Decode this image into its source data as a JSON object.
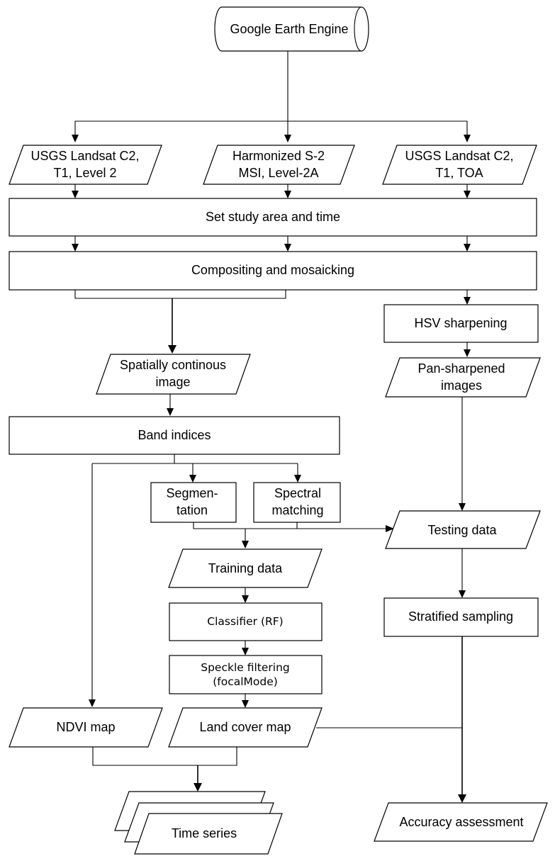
{
  "nodes": {
    "gee": {
      "lines": [
        "Google Earth Engine"
      ]
    },
    "landsat_l2": {
      "lines": [
        "USGS Landsat C2,",
        "T1, Level 2"
      ]
    },
    "s2": {
      "lines": [
        "Harmonized S-2",
        "MSI, Level-2A"
      ]
    },
    "landsat_toa": {
      "lines": [
        "USGS Landsat C2,",
        "T1, TOA"
      ]
    },
    "study_area": {
      "lines": [
        "Set study area and time"
      ]
    },
    "compositing": {
      "lines": [
        "Compositing and mosaicking"
      ]
    },
    "hsv": {
      "lines": [
        "HSV sharpening"
      ]
    },
    "continuous": {
      "lines": [
        "Spatially continous",
        "image"
      ]
    },
    "pansharpened": {
      "lines": [
        "Pan-sharpened",
        "images"
      ]
    },
    "band_indices": {
      "lines": [
        "Band indices"
      ]
    },
    "segmentation": {
      "lines": [
        "Segmen-",
        "tation"
      ]
    },
    "spectral": {
      "lines": [
        "Spectral",
        "matching"
      ]
    },
    "testing": {
      "lines": [
        "Testing data"
      ]
    },
    "training": {
      "lines": [
        "Training data"
      ]
    },
    "classifier": {
      "lines": [
        "Classifier (RF)"
      ]
    },
    "stratified": {
      "lines": [
        "Stratified sampling"
      ]
    },
    "speckle": {
      "lines": [
        "Speckle filtering",
        "(focalMode)"
      ]
    },
    "ndvi": {
      "lines": [
        "NDVI map"
      ]
    },
    "landcover": {
      "lines": [
        "Land cover map"
      ]
    },
    "timeseries": {
      "lines": [
        "Time series"
      ]
    },
    "accuracy": {
      "lines": [
        "Accuracy assessment"
      ]
    }
  }
}
